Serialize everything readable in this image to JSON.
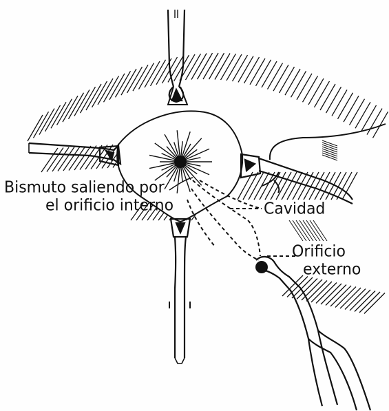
{
  "labels": {
    "bismuto_line1": "Bismuto saliendo por",
    "bismuto_line2": "el orificio interno",
    "cavidad": "Cavidad",
    "orificio_line1": "Orificio",
    "orificio_line2": "externo"
  },
  "colors": {
    "ink": "#111111",
    "paper": "#fefefe"
  }
}
